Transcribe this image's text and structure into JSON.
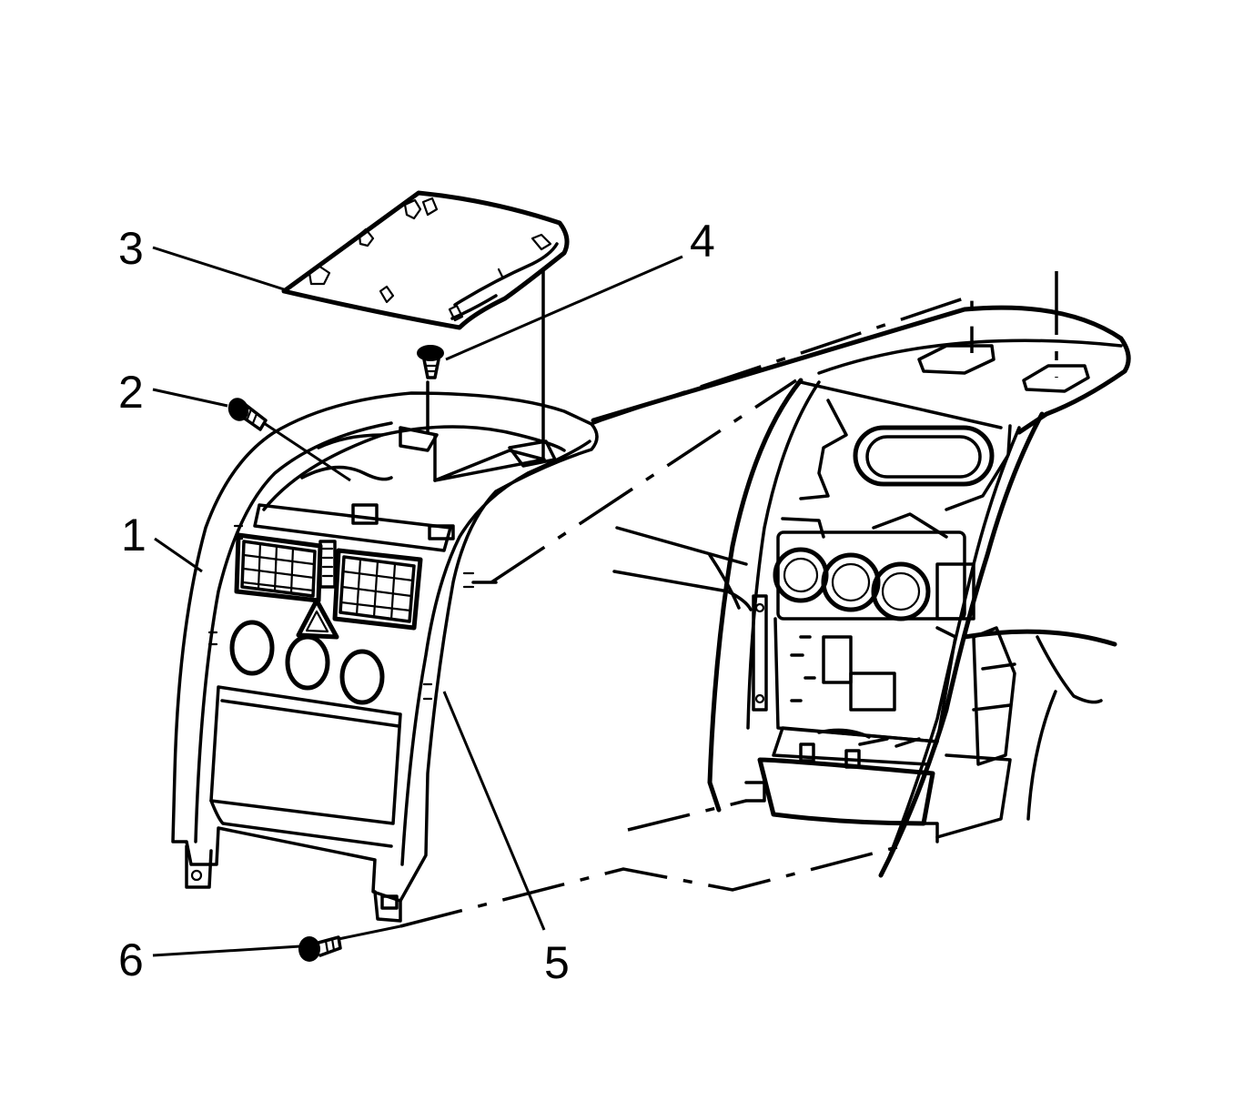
{
  "callouts": [
    {
      "id": "1",
      "label": "1"
    },
    {
      "id": "2",
      "label": "2"
    },
    {
      "id": "3",
      "label": "3"
    },
    {
      "id": "4",
      "label": "4"
    },
    {
      "id": "5",
      "label": "5"
    },
    {
      "id": "6",
      "label": "6"
    }
  ],
  "colors": {
    "line": "#000000",
    "background": "#ffffff"
  }
}
